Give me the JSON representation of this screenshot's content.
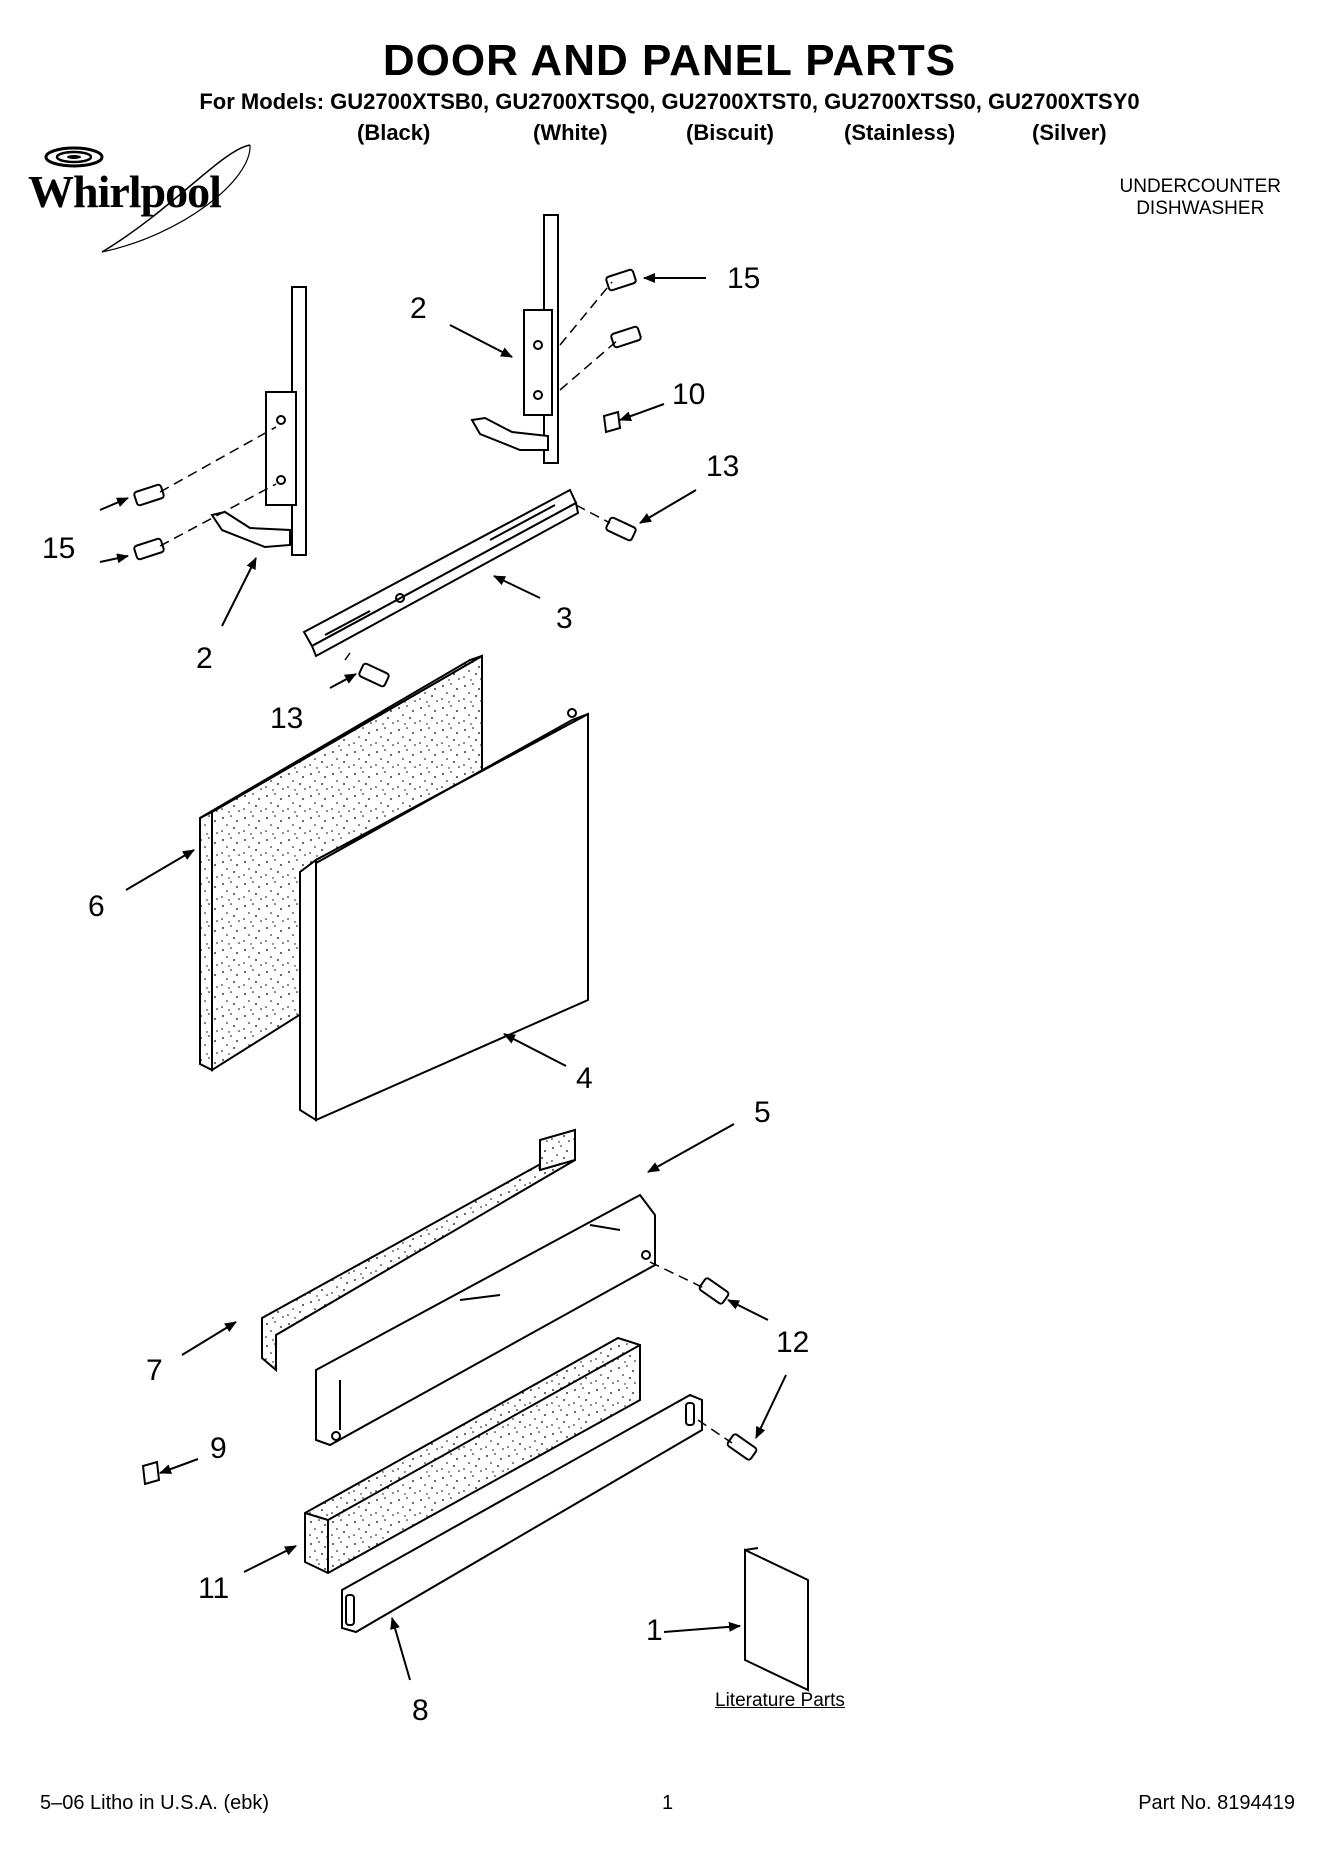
{
  "header": {
    "title": "DOOR AND PANEL PARTS",
    "models": "For Models: GU2700XTSB0, GU2700XTSQ0, GU2700XTST0, GU2700XTSS0, GU2700XTSY0",
    "variants": [
      "(Black)",
      "(White)",
      "(Biscuit)",
      "(Stainless)",
      "(Silver)"
    ],
    "brand": "Whirlpool",
    "product_line1": "UNDERCOUNTER",
    "product_line2": "DISHWASHER"
  },
  "callouts": {
    "c15a": "15",
    "c2a": "2",
    "c10": "10",
    "c13a": "13",
    "c15b": "15",
    "c2b": "2",
    "c3": "3",
    "c13b": "13",
    "c6": "6",
    "c4": "4",
    "c5": "5",
    "c7": "7",
    "c12": "12",
    "c9": "9",
    "c11": "11",
    "c1": "1",
    "c8": "8"
  },
  "literature_label": "Literature Parts",
  "footer": {
    "left": "5–06 Litho in U.S.A. (ebk)",
    "center": "1",
    "right": "Part No. 8194419"
  }
}
